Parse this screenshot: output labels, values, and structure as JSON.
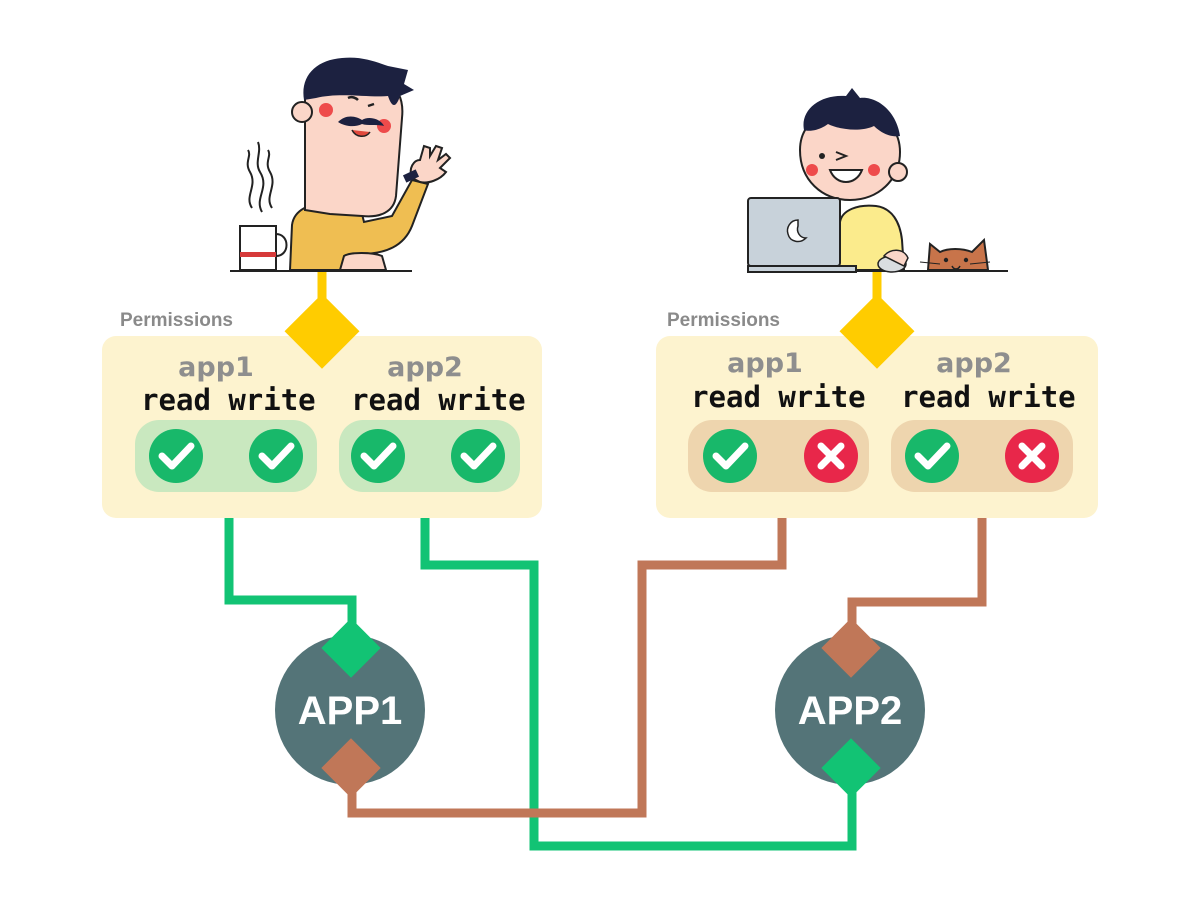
{
  "users": [
    {
      "id": "user1",
      "permissions_title": "Permissions",
      "apps": [
        {
          "name": "app1",
          "read_label": "read",
          "write_label": "write",
          "read": true,
          "write": true
        },
        {
          "name": "app2",
          "read_label": "read",
          "write_label": "write",
          "read": true,
          "write": true
        }
      ]
    },
    {
      "id": "user2",
      "permissions_title": "Permissions",
      "apps": [
        {
          "name": "app1",
          "read_label": "read",
          "write_label": "write",
          "read": true,
          "write": false
        },
        {
          "name": "app2",
          "read_label": "read",
          "write_label": "write",
          "read": true,
          "write": false
        }
      ]
    }
  ],
  "nodes": {
    "app1": "APP1",
    "app2": "APP2"
  },
  "colors": {
    "panel": "#fdf3cf",
    "allowed_pill": "#c9e8bf",
    "restricted_pill": "#eed5ae",
    "check": "#18b86a",
    "cross": "#e8274a",
    "green_line": "#12c374",
    "brown_line": "#c07758",
    "yellow": "#ffcc00",
    "node": "#547478"
  },
  "icons": [
    "check-icon",
    "cross-icon",
    "user-waving-illustration",
    "user-laptop-illustration",
    "coffee-mug-icon",
    "cat-icon",
    "laptop-icon"
  ]
}
